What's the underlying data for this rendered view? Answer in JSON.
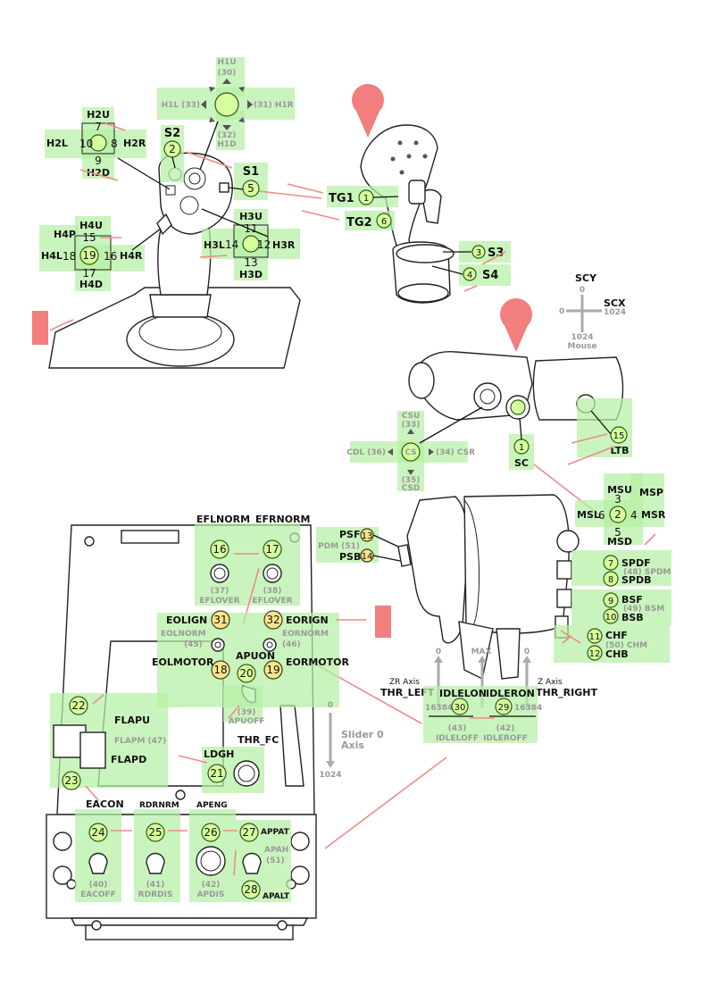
{
  "joystick": {
    "h1": {
      "up": "H1U",
      "up_num": "(30)",
      "left": "H1L (33)",
      "right": "(31) H1R",
      "down_num": "(32)",
      "down": "H1D"
    },
    "h2": {
      "up": "H2U",
      "n_up": "7",
      "left": "H2L",
      "n_left": "10",
      "n_right": "8",
      "right": "H2R",
      "n_down": "9",
      "down": "H2D"
    },
    "h3": {
      "up": "H3U",
      "n_up": "11",
      "left": "H3L",
      "n_left": "14",
      "n_right": "12",
      "right": "H3R",
      "n_down": "13",
      "down": "H3D"
    },
    "h4": {
      "up": "H4U",
      "n_up": "15",
      "press": "H4P",
      "left": "H4L",
      "n_left": "18",
      "n_center": "19",
      "n_right": "16",
      "right": "H4R",
      "n_down": "17",
      "down": "H4D"
    },
    "s2": {
      "label": "S2",
      "num": "2"
    },
    "s1": {
      "label": "S1",
      "num": "5"
    },
    "tg1": {
      "label": "TG1",
      "num": "1"
    },
    "tg2": {
      "label": "TG2",
      "num": "6"
    },
    "s3": {
      "label": "S3",
      "num": "3"
    },
    "s4": {
      "label": "S4",
      "num": "4"
    }
  },
  "mouse": {
    "scy": "SCY",
    "scx": "SCX",
    "zero_top": "0",
    "zero_left": "0",
    "max_right": "1024",
    "max_bottom": "1024",
    "caption": "Mouse"
  },
  "throttle_head": {
    "cs": {
      "up": "CSU",
      "up_num": "(33)",
      "left": "CDL (36)",
      "center": "CS",
      "right": "(34) CSR",
      "down_num": "(35)",
      "down": "CSD"
    },
    "sc": {
      "label": "SC",
      "num": "1"
    },
    "ltb": {
      "label": "LTB",
      "num": "15"
    }
  },
  "throttle": {
    "ms": {
      "up": "MSU",
      "n_up": "3",
      "press": "MSP",
      "left": "MSL",
      "n_left": "6",
      "n_center": "2",
      "n_right": "4",
      "right": "MSR",
      "n_down": "5",
      "down": "MSD"
    },
    "ps": {
      "f": "PSF",
      "n_f": "13",
      "m": "PDM (51)",
      "b": "PSB",
      "n_b": "14"
    },
    "spd": {
      "f": "SPDF",
      "n_f": "7",
      "m": "(48) SPDM",
      "b": "SPDB",
      "n_b": "8"
    },
    "bs": {
      "f": "BSF",
      "n_f": "9",
      "m": "(49) BSM",
      "b": "BSB",
      "n_b": "10"
    },
    "ch": {
      "f": "CHF",
      "n_f": "11",
      "m": "(50) CHM",
      "b": "CHB",
      "n_b": "12"
    },
    "axes": {
      "zr_axis": "ZR Axis",
      "thr_left": "THR_LEFT",
      "z_axis": "Z Axis",
      "thr_right": "THR_RIGHT",
      "zero_l": "0",
      "max": "MAX",
      "zero_r": "0"
    },
    "idle": {
      "left_on": "IDLELON",
      "left_on_num": "30",
      "left_val": "16384",
      "right_on": "IDLERON",
      "right_on_num": "29",
      "right_val": "16384",
      "left_off_num": "(43)",
      "left_off": "IDLELOFF",
      "right_off_num": "(42)",
      "right_off": "IDLEROFF"
    }
  },
  "panel": {
    "efl": {
      "label": "EFLNORM",
      "num": "16",
      "off_num": "(37)",
      "off": "EFLOVER"
    },
    "efr": {
      "label": "EFRNORM",
      "num": "17",
      "off_num": "(38)",
      "off": "EFLOVER"
    },
    "eol": {
      "ign": "EOLIGN",
      "ign_num": "31",
      "norm": "EOLNORM",
      "norm_num": "(45)",
      "motor": "EOLMOTOR",
      "motor_num": "18"
    },
    "eor": {
      "ign": "EORIGN",
      "ign_num": "32",
      "norm": "EORNORM",
      "norm_num": "(46)",
      "motor": "EORMOTOR",
      "motor_num": "19"
    },
    "apu": {
      "on": "APUON",
      "on_num": "20",
      "off_num": "(39)",
      "off": "APUOFF"
    },
    "thr_fc": "THR_FC",
    "slider": {
      "top": "0",
      "line1": "Slider 0",
      "line2": "Axis",
      "bottom": "1024"
    },
    "flap": {
      "up": "FLAPU",
      "up_num": "22",
      "mid": "FLAPM (47)",
      "down": "FLAPD",
      "down_num": "23"
    },
    "ldgh": {
      "label": "LDGH",
      "num": "21"
    },
    "eac": {
      "on": "EACON",
      "num": "24",
      "off_num": "(40)",
      "off": "EACOFF"
    },
    "rdr": {
      "on": "RDRNRM",
      "num": "25",
      "off_num": "(41)",
      "off": "RDRDIS"
    },
    "apeng": {
      "on": "APENG",
      "num": "26",
      "off_num": "(42)",
      "off": "APDIS"
    },
    "ap": {
      "pat": "APPAT",
      "pat_num": "27",
      "ah": "APAH",
      "ah_num": "(51)",
      "alt": "APALT",
      "alt_num": "28"
    }
  },
  "colors": {
    "highlight": "#b6f0a4",
    "button": "#d7ff9c",
    "button_yellow": "#fbe58a",
    "arrow": "#ef8a8a"
  }
}
